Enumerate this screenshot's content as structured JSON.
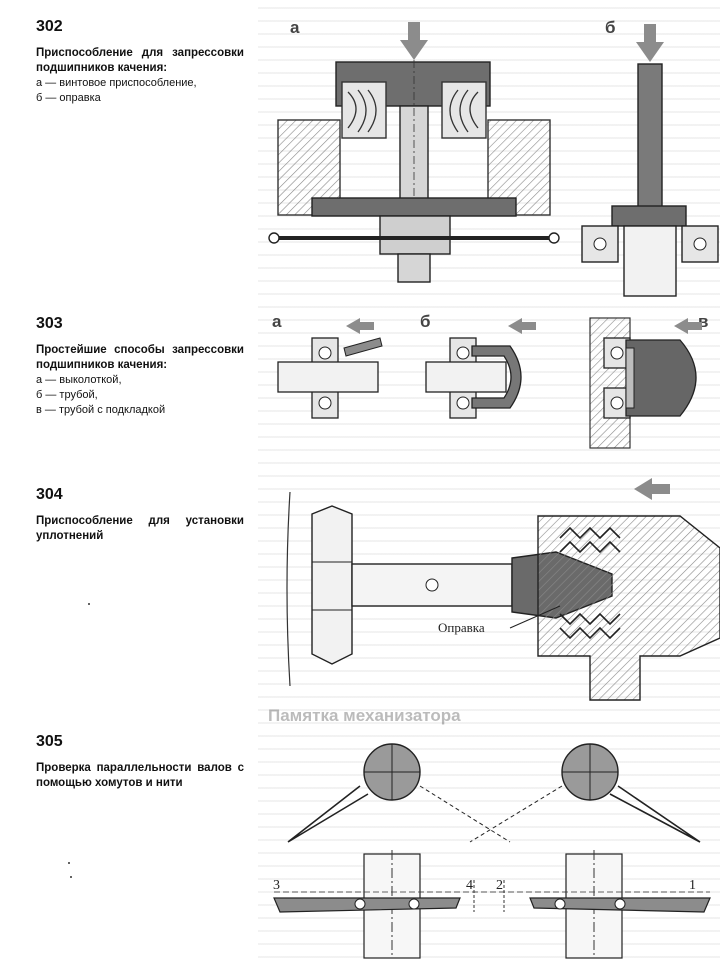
{
  "figures": [
    {
      "number": "302",
      "title": "Приспособление для запрессовки подшипников качения:",
      "lines": [
        "а — винтовое приспособление,",
        "б — оправка"
      ],
      "variant_labels": [
        "а",
        "б"
      ]
    },
    {
      "number": "303",
      "title": "Простейшие способы запрессовки подшипников качения:",
      "lines": [
        "а — выколоткой,",
        "б — трубой,",
        "в — трубой с подкладкой"
      ],
      "variant_labels": [
        "а",
        "б",
        "в"
      ]
    },
    {
      "number": "304",
      "title": "Приспособление для установки уплотнений",
      "lines": [],
      "callout": "Оправка"
    },
    {
      "number": "305",
      "title": "Проверка параллельности валов с помощью хомутов и нити",
      "lines": [],
      "point_labels": [
        "3",
        "4",
        "2",
        "1"
      ]
    }
  ],
  "background_heading": "Памятка механизатора",
  "colors": {
    "ink": "#111111",
    "metal": "#8c8c8c",
    "dark_metal": "#555555",
    "hatch": "#9a9a9a"
  }
}
